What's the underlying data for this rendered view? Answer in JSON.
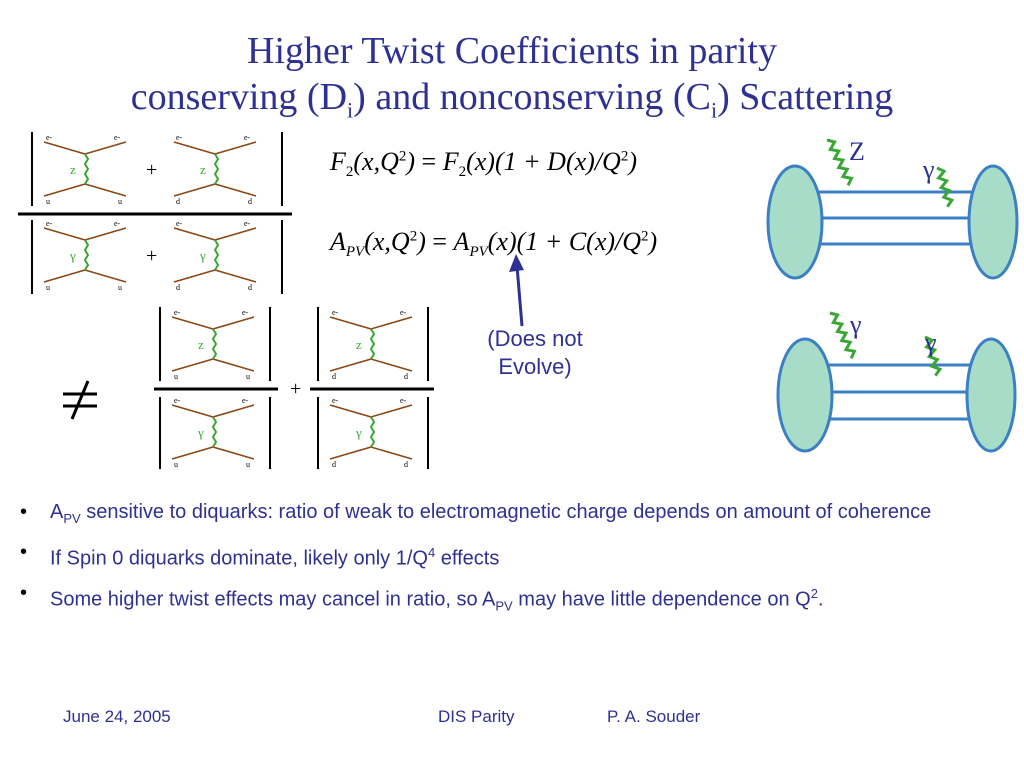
{
  "slide": {
    "title_line1": "Higher Twist Coefficients in parity",
    "title_line2_a": "conserving (D",
    "title_line2_sub1": "i",
    "title_line2_b": ") and nonconserving (C",
    "title_line2_sub2": "i",
    "title_line2_c": ") Scattering"
  },
  "equations": {
    "eq1": {
      "lhs_F": "F",
      "lhs_sub": "2",
      "lhs_args_a": "(x,Q",
      "lhs_sup": "2",
      "lhs_args_b": ")",
      "eq": " = ",
      "rhs_F": "F",
      "rhs_sub": "2",
      "rhs_args": "(x)(1 + ",
      "D": "D",
      "D_args": "(x)/Q",
      "rhs_sup": "2",
      "close": ")"
    },
    "eq2": {
      "lhs_A": "A",
      "lhs_sub": "PV",
      "lhs_args_a": "(x,Q",
      "lhs_sup": "2",
      "lhs_args_b": ")",
      "eq": " = ",
      "rhs_A": "A",
      "rhs_sub": "PV",
      "rhs_args": "(x)(1 + ",
      "C": "C",
      "C_args": "(x)/Q",
      "rhs_sup": "2",
      "close": ")"
    }
  },
  "annotation": {
    "line1": "(Does not",
    "line2": "Evolve)"
  },
  "diagrams": {
    "electron": "e-",
    "electron_out": "e",
    "minus": "-",
    "quark_u": "u",
    "quark_d": "d",
    "boson_z": "z",
    "boson_gamma": "γ",
    "plus": "+",
    "not_equal": "≠",
    "cluster_Z": "Z",
    "cluster_gamma": "γ"
  },
  "bullets": [
    {
      "pre": "A",
      "sub": "PV",
      "post": " sensitive to diquarks: ratio of weak to electromagnetic charge depends on amount of coherence"
    },
    {
      "pre": "If Spin 0 diquarks dominate, likely only 1/Q",
      "sup": "4",
      "post": " effects"
    },
    {
      "pre": "Some higher twist effects may cancel in ratio, so A",
      "sub": "PV",
      "mid": " may have little dependence on Q",
      "sup": "2",
      "post": "."
    }
  ],
  "bullet_char": "•",
  "footer": {
    "date": "June 24, 2005",
    "event": "DIS Parity",
    "author": "P. A. Souder"
  },
  "colors": {
    "title": "#2e3192",
    "text": "#2e3192",
    "boson": "#3aa635",
    "fermion_line": "#8b4513",
    "blob_fill": "#a6dcc8",
    "blob_stroke": "#3b7fc4",
    "arrow": "#2e3192"
  }
}
